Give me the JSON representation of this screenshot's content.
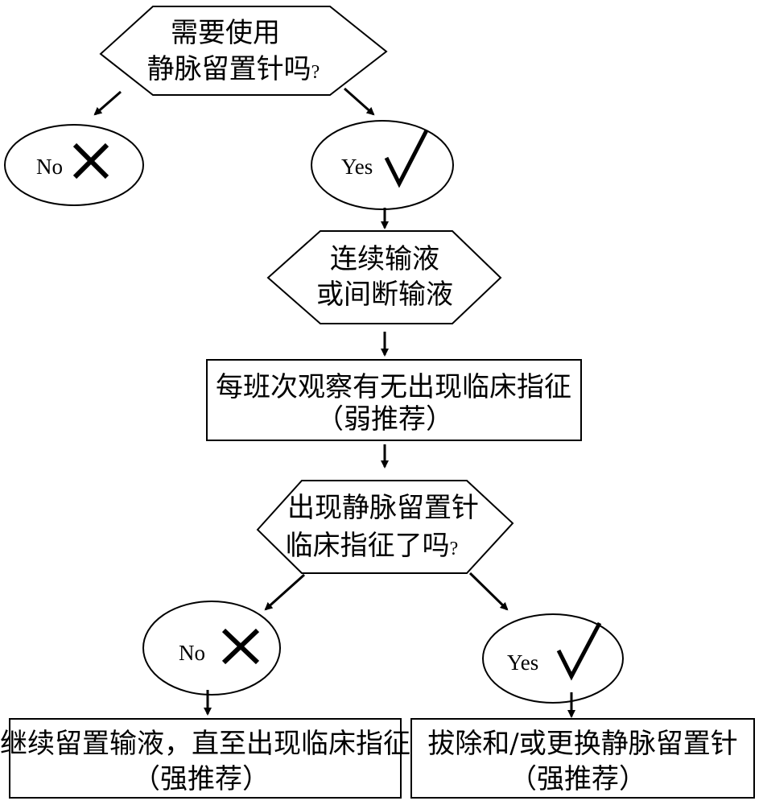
{
  "diagram": {
    "q1": {
      "line1": "需要使用",
      "line2": "静脉留置针吗",
      "qmark": "?"
    },
    "answer1_no": {
      "label": "No",
      "mark": "✕"
    },
    "answer1_yes": {
      "label": "Yes",
      "mark": "√"
    },
    "infusion": {
      "line1": "连续输液",
      "line2": "或间断输液"
    },
    "observe": {
      "line1": "每班次观察有无出现临床指征",
      "line2": "（弱推荐）"
    },
    "q2": {
      "line1": "出现静脉留置针",
      "line2": "临床指征了吗",
      "qmark": "?"
    },
    "answer2_no": {
      "label": "No",
      "mark": "✕"
    },
    "answer2_yes": {
      "label": "Yes",
      "mark": "√"
    },
    "continue_box": {
      "line1": "继续留置输液，直至出现临床指征",
      "line2": "（强推荐）"
    },
    "remove_box": {
      "line1": "拔除和/或更换静脉留置针",
      "line2": "（强推荐）"
    }
  }
}
